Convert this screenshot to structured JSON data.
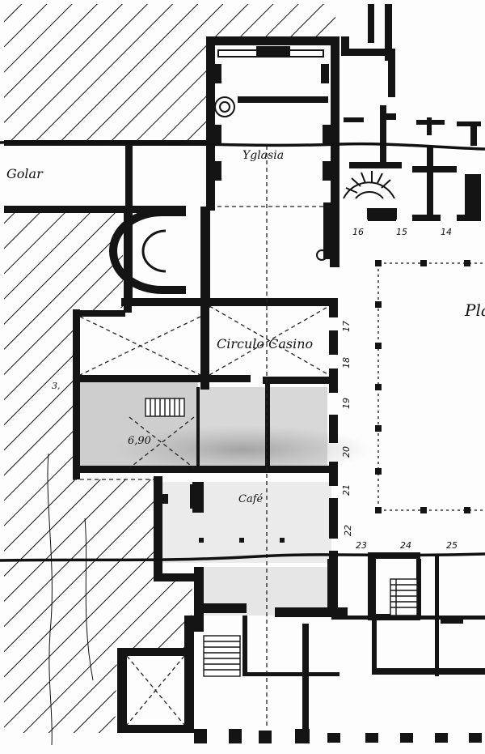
{
  "plan": {
    "labels": {
      "left_street": "Golar",
      "top_room": "Yglasia",
      "casino": "Circulo Casino",
      "cafe": "Café",
      "dimension": "6,90",
      "small_left": "3,",
      "plaza": "Pla"
    },
    "column_numbers": [
      "16",
      "15",
      "14",
      "17",
      "18",
      "19",
      "20",
      "21",
      "22",
      "23",
      "24",
      "25"
    ]
  }
}
